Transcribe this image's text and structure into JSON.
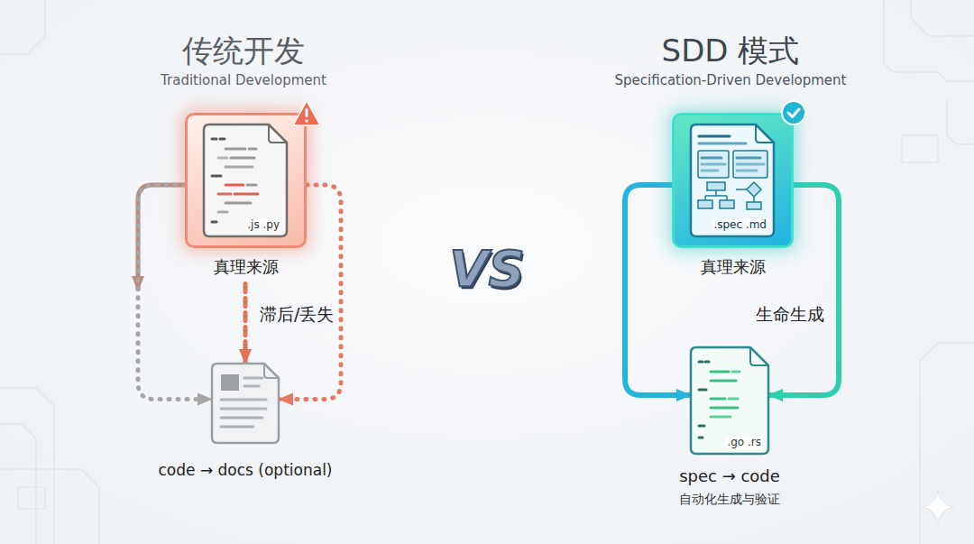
{
  "diagram": {
    "nodes": [
      {
        "text": [
          "真理来源"
        ]
      },
      {
        "text": [
          ".js .py"
        ],
        "in": 0
      },
      {
        "text": [
          "code → docs (optional)"
        ]
      },
      {
        "text": [
          "真理来源"
        ]
      },
      {
        "text": [
          ".spec .md"
        ],
        "in": 3
      },
      {
        "text": [
          ".go .rs",
          "spec → code",
          "自动化生成与验证"
        ]
      }
    ],
    "edges": [
      {
        "from": 0,
        "to": 2,
        "arrow": "to"
      },
      {
        "from": 0,
        "to": 2,
        "label": "滞后/丢失",
        "arrow": "to"
      },
      {
        "from": 0,
        "to": 2,
        "arrow": "to"
      },
      {
        "from": 3,
        "to": 5,
        "arrow": "to"
      },
      {
        "from": 3,
        "to": 5,
        "label": "生命生成",
        "arrow": "to"
      }
    ],
    "labels": [
      "传统开发",
      "Traditional Development",
      "SDD 模式",
      "Specification-Driven Development",
      "VS"
    ]
  }
}
